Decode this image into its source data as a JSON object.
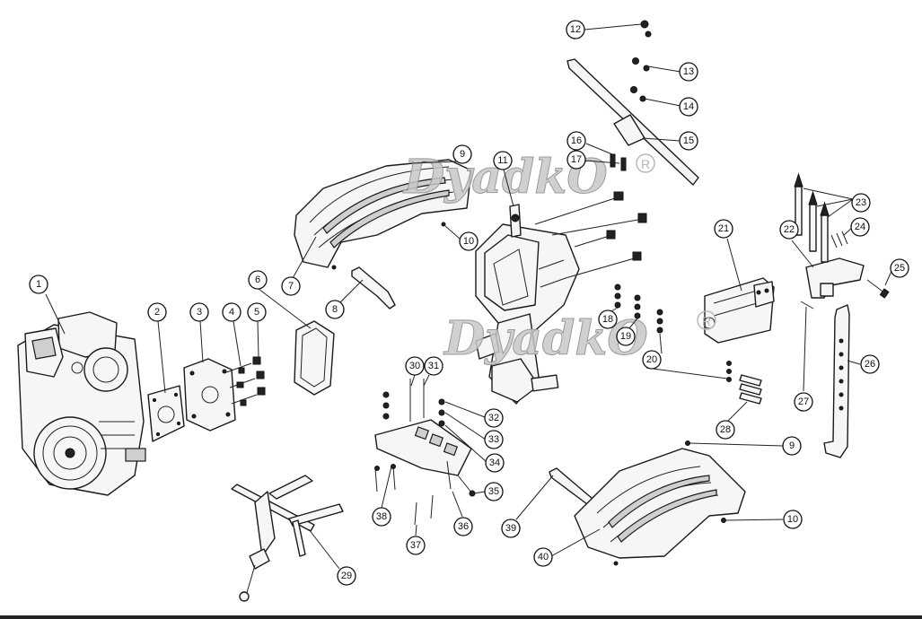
{
  "watermark": {
    "text": "DyadkO",
    "registered_mark": "R"
  },
  "callouts": [
    {
      "id": "c1",
      "label": "1"
    },
    {
      "id": "c2",
      "label": "2"
    },
    {
      "id": "c3",
      "label": "3"
    },
    {
      "id": "c4",
      "label": "4"
    },
    {
      "id": "c5",
      "label": "5"
    },
    {
      "id": "c6",
      "label": "6"
    },
    {
      "id": "c7",
      "label": "7"
    },
    {
      "id": "c8",
      "label": "8"
    },
    {
      "id": "c9a",
      "label": "9"
    },
    {
      "id": "c9b",
      "label": "9"
    },
    {
      "id": "c10a",
      "label": "10"
    },
    {
      "id": "c10b",
      "label": "10"
    },
    {
      "id": "c11",
      "label": "11"
    },
    {
      "id": "c12",
      "label": "12"
    },
    {
      "id": "c13",
      "label": "13"
    },
    {
      "id": "c14",
      "label": "14"
    },
    {
      "id": "c15",
      "label": "15"
    },
    {
      "id": "c16",
      "label": "16"
    },
    {
      "id": "c17",
      "label": "17"
    },
    {
      "id": "c18",
      "label": "18"
    },
    {
      "id": "c19",
      "label": "19"
    },
    {
      "id": "c20",
      "label": "20"
    },
    {
      "id": "c21",
      "label": "21"
    },
    {
      "id": "c22",
      "label": "22"
    },
    {
      "id": "c23",
      "label": "23"
    },
    {
      "id": "c24",
      "label": "24"
    },
    {
      "id": "c25",
      "label": "25"
    },
    {
      "id": "c26",
      "label": "26"
    },
    {
      "id": "c27",
      "label": "27"
    },
    {
      "id": "c28",
      "label": "28"
    },
    {
      "id": "c29",
      "label": "29"
    },
    {
      "id": "c30",
      "label": "30"
    },
    {
      "id": "c31",
      "label": "31"
    },
    {
      "id": "c32",
      "label": "32"
    },
    {
      "id": "c33",
      "label": "33"
    },
    {
      "id": "c34",
      "label": "34"
    },
    {
      "id": "c35",
      "label": "35"
    },
    {
      "id": "c36",
      "label": "36"
    },
    {
      "id": "c37",
      "label": "37"
    },
    {
      "id": "c38",
      "label": "38"
    },
    {
      "id": "c39",
      "label": "39"
    },
    {
      "id": "c40",
      "label": "40"
    }
  ]
}
